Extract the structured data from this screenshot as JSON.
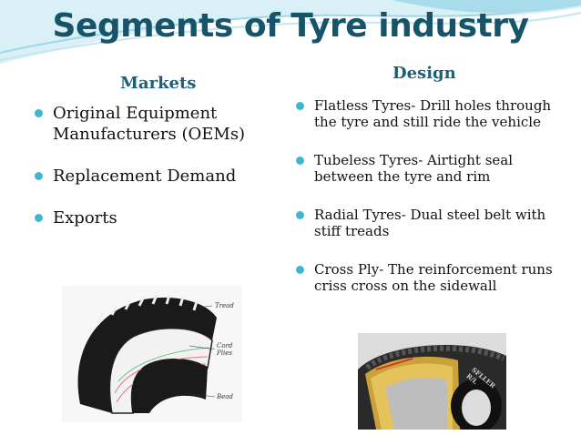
{
  "slide": {
    "title": "Segments of Tyre industry",
    "markets": {
      "heading": "Markets",
      "items": [
        "Original Equipment Manufacturers (OEMs)",
        "Replacement Demand",
        "Exports"
      ]
    },
    "design": {
      "heading": "Design",
      "items": [
        "Flatless Tyres- Drill holes through the tyre and still ride the vehicle",
        "Tubeless Tyres- Airtight seal between the tyre and rim",
        "Radial Tyres- Dual steel belt with stiff treads",
        "Cross Ply- The reinforcement runs criss cross on the sidewall"
      ]
    },
    "tyre_diagram": {
      "labels": [
        "Tread",
        "Cord Plies",
        "Bead"
      ]
    },
    "tyre_photo": {
      "brand_text": "SFLLER R/L"
    }
  },
  "colors": {
    "title": "#17546a",
    "heading": "#1f5f76",
    "bullet": "#3fb7d2",
    "wave": "#bfe6f0"
  }
}
